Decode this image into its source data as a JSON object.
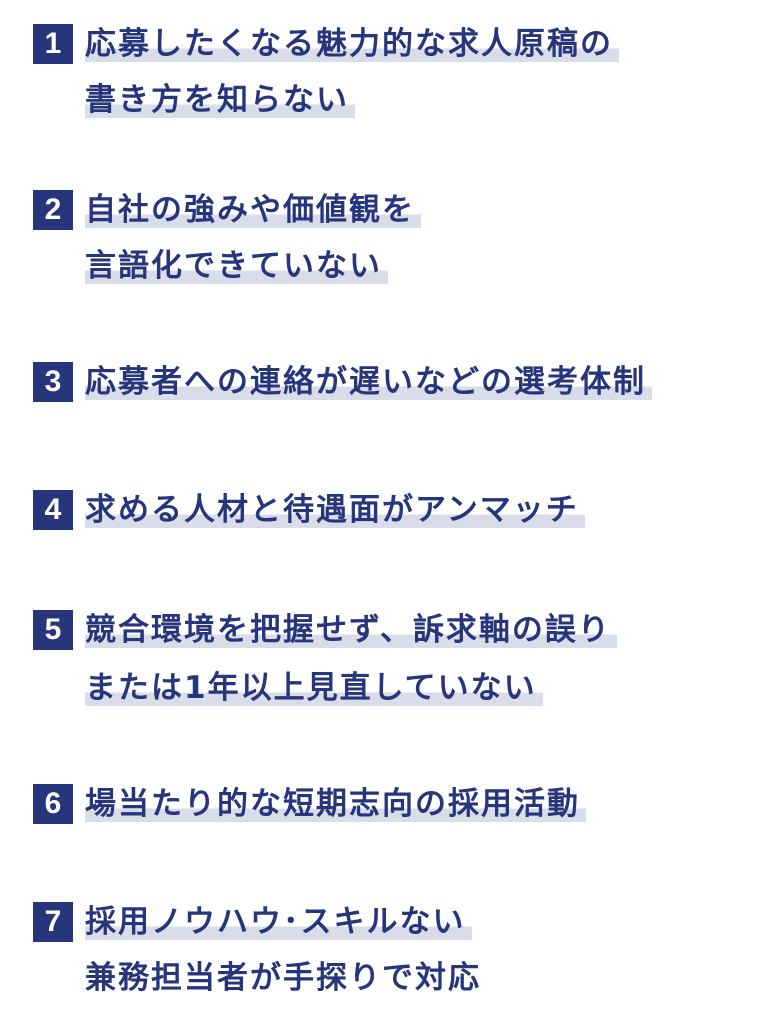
{
  "items": [
    {
      "num": "1",
      "lines": [
        "応募したくなる魅力的な求人原稿の",
        "書き方を知らない"
      ]
    },
    {
      "num": "2",
      "lines": [
        "自社の強みや価値観を",
        "言語化できていない"
      ]
    },
    {
      "num": "3",
      "lines": [
        "応募者への連絡が遅いなどの選考体制"
      ]
    },
    {
      "num": "4",
      "lines": [
        "求める人材と待遇面がアンマッチ"
      ]
    },
    {
      "num": "5",
      "lines": [
        "競合環境を把握せず、訴求軸の誤り",
        "または1年以上見直していない"
      ]
    },
    {
      "num": "6",
      "lines": [
        "場当たり的な短期志向の採用活動"
      ]
    },
    {
      "num": "7",
      "lines": [
        "採用ノウハウ･スキルない",
        "兼務担当者が手探りで対応"
      ]
    }
  ],
  "colors": {
    "primary": "#27357c",
    "highlight": "#d9dde9"
  }
}
